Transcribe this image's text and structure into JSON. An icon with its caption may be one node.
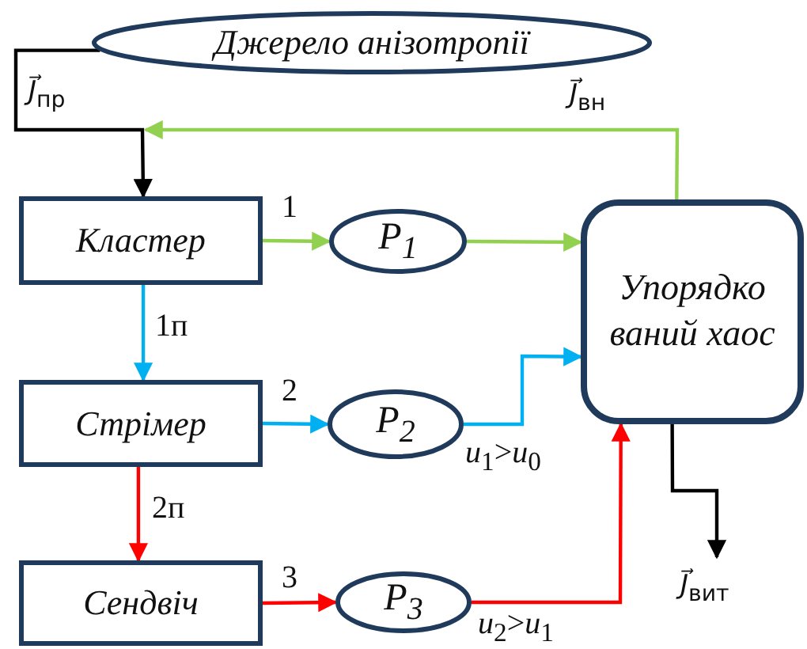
{
  "diagram": {
    "nodes": [
      {
        "text": [
          "Джерело анізотропії"
        ]
      },
      {
        "text": [
          "Кластер"
        ]
      },
      {
        "text": [
          "Стрімер"
        ]
      },
      {
        "text": [
          "Сендвіч"
        ]
      },
      {
        "text": [
          "*P*$_{1}$"
        ]
      },
      {
        "text": [
          "*P*$_{2}$"
        ]
      },
      {
        "text": [
          "*P*$_{3}$"
        ]
      },
      {
        "text": [
          "Упорядко ваний хаос"
        ]
      }
    ],
    "edges": [
      {
        "from": 0,
        "to": 1,
        "arrow": "to",
        "label": "*J⃗*$_{пр}$",
        "color": "#000000"
      },
      {
        "from": 7,
        "to": null,
        "arrow": "to",
        "label": "*J⃗*$_{вн}$",
        "color": "#92d050"
      },
      {
        "from": 1,
        "to": 4,
        "arrow": "to",
        "label": "1",
        "color": "#92d050"
      },
      {
        "from": 4,
        "to": 7,
        "arrow": "to",
        "color": "#92d050"
      },
      {
        "from": 1,
        "to": 2,
        "arrow": "to",
        "label": "1п",
        "color": "#00b0f0"
      },
      {
        "from": 2,
        "to": 5,
        "arrow": "to",
        "label": "2",
        "color": "#00b0f0"
      },
      {
        "from": 5,
        "to": 7,
        "arrow": "to",
        "label": "*u*$_{1}$>*u*$_{0}$",
        "color": "#00b0f0"
      },
      {
        "from": 2,
        "to": 3,
        "arrow": "to",
        "label": "2п",
        "color": "#ff0000"
      },
      {
        "from": 3,
        "to": 6,
        "arrow": "to",
        "label": "3",
        "color": "#ff0000"
      },
      {
        "from": 6,
        "to": 7,
        "arrow": "to",
        "label": "*u*$_{2}$>*u*$_{1}$",
        "color": "#ff0000"
      },
      {
        "from": 7,
        "to": null,
        "arrow": "to",
        "label": "*J⃗*$_{вит}$",
        "color": "#000000"
      }
    ]
  }
}
